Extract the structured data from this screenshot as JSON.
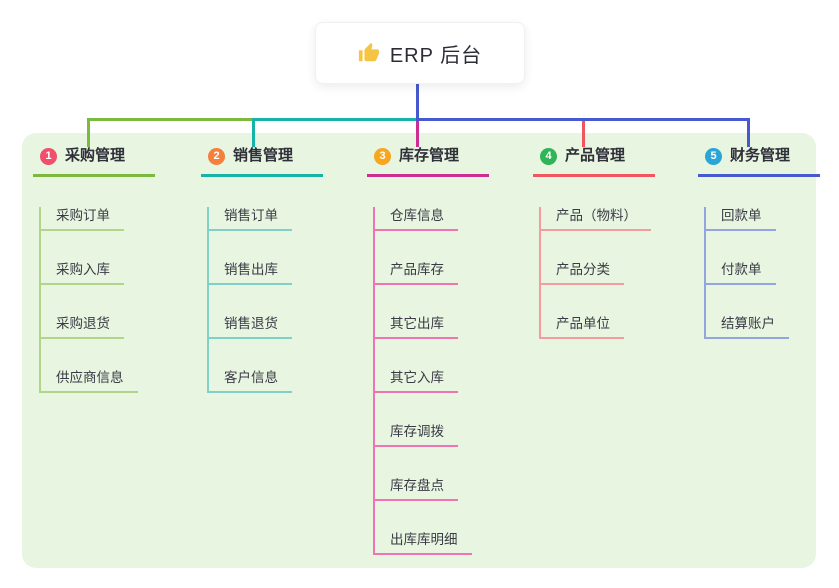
{
  "page": {
    "background_color": "#ffffff",
    "panel_color": "#E7F5E1"
  },
  "root_node": {
    "icon": "thumbs-up-icon",
    "icon_color": "#F6C445",
    "label": "ERP 后台",
    "connector_color": "#4759CE"
  },
  "branches": [
    {
      "index": "1",
      "label": "采购管理",
      "badge_color": "#F0506B",
      "line_color": "#7CB93F",
      "child_line_color": "#B2D58C",
      "children": [
        "采购订单",
        "采购入库",
        "采购退货",
        "供应商信息"
      ]
    },
    {
      "index": "2",
      "label": "销售管理",
      "badge_color": "#F5803C",
      "line_color": "#16B3A6",
      "child_line_color": "#7FD1C8",
      "children": [
        "销售订单",
        "销售出库",
        "销售退货",
        "客户信息"
      ]
    },
    {
      "index": "3",
      "label": "库存管理",
      "badge_color": "#F7A61E",
      "line_color": "#CC2E92",
      "child_line_color": "#F074B4",
      "children": [
        "仓库信息",
        "产品库存",
        "其它出库",
        "其它入库",
        "库存调拨",
        "库存盘点",
        "出库库明细"
      ]
    },
    {
      "index": "4",
      "label": "产品管理",
      "badge_color": "#2FB457",
      "line_color": "#F1565F",
      "child_line_color": "#F59CA0",
      "children": [
        "产品（物料）",
        "产品分类",
        "产品单位"
      ]
    },
    {
      "index": "5",
      "label": "财务管理",
      "badge_color": "#2BA4D6",
      "line_color": "#4759CE",
      "child_line_color": "#93A5DE",
      "children": [
        "回款单",
        "付款单",
        "结算账户"
      ]
    }
  ]
}
